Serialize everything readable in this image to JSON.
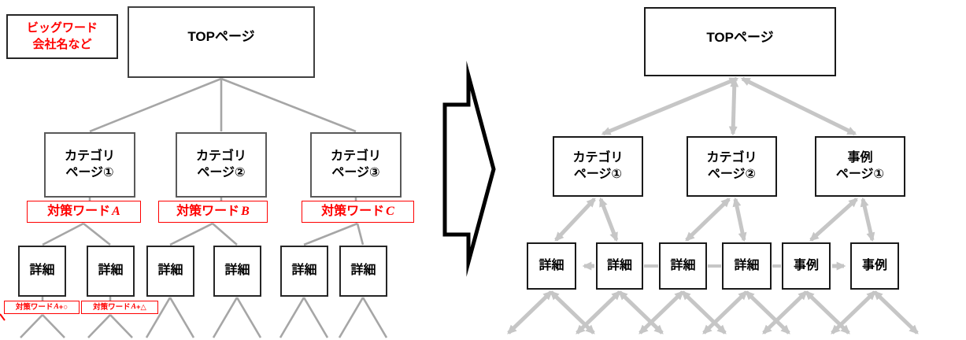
{
  "colors": {
    "red": "#ff0000",
    "box_border": "#262626",
    "left_line_gray": "#a6a6a6",
    "right_arrow_gray": "#c6c6c6"
  },
  "left": {
    "annotation": {
      "line1": "ビッグワード",
      "line2": "会社名など"
    },
    "top_label": "TOPページ",
    "categories": [
      {
        "line1": "カテゴリ",
        "line2": "ページ①"
      },
      {
        "line1": "カテゴリ",
        "line2": "ページ②"
      },
      {
        "line1": "カテゴリ",
        "line2": "ページ③"
      }
    ],
    "keywords": [
      {
        "pre": "対策ワード",
        "letter": "A"
      },
      {
        "pre": "対策ワード",
        "letter": "B"
      },
      {
        "pre": "対策ワード",
        "letter": "C"
      }
    ],
    "details": [
      "詳細",
      "詳細",
      "詳細",
      "詳細",
      "詳細",
      "詳細"
    ],
    "sublabels": [
      {
        "pre": "対策ワード",
        "letter": "A",
        "post": "+○"
      },
      {
        "pre": "対策ワード",
        "letter": "A",
        "post": "+△"
      }
    ]
  },
  "right": {
    "top_label": "TOPページ",
    "categories": [
      {
        "line1": "カテゴリ",
        "line2": "ページ①"
      },
      {
        "line1": "カテゴリ",
        "line2": "ページ②"
      },
      {
        "line1": "事例",
        "line2": "ページ①"
      }
    ],
    "pages": [
      "詳細",
      "詳細",
      "詳細",
      "詳細",
      "事例",
      "事例"
    ]
  }
}
